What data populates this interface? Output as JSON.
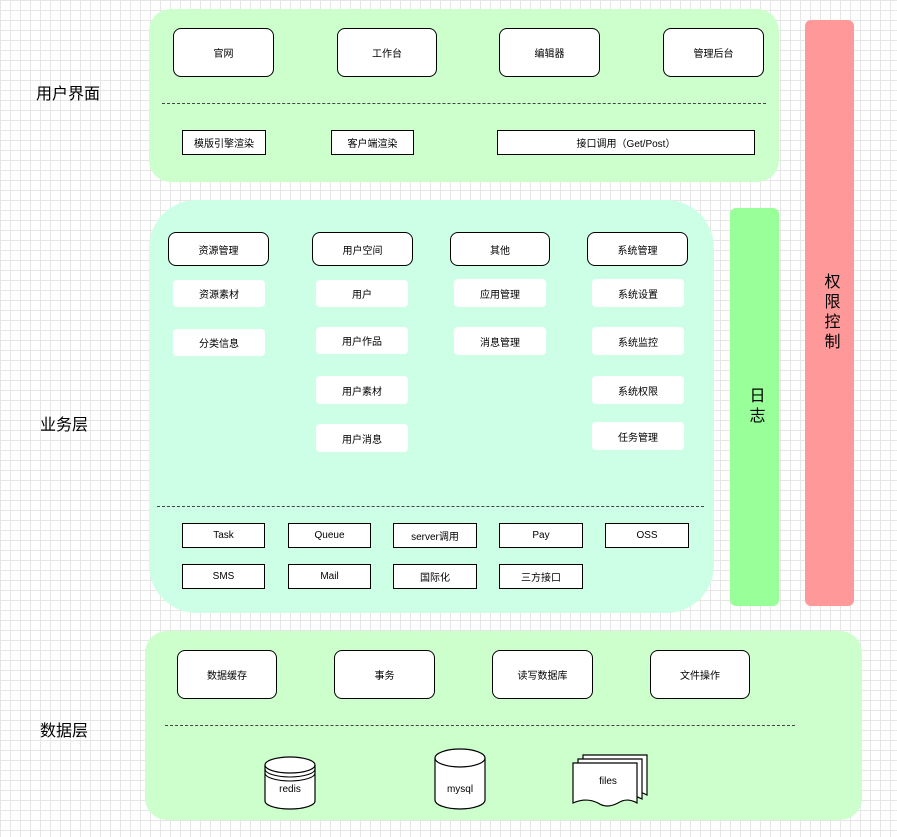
{
  "layers": {
    "ui": "用户界面",
    "business": "业务层",
    "data": "数据层"
  },
  "ui_panel": {
    "top_boxes": [
      "官网",
      "工作台",
      "编辑器",
      "管理后台"
    ],
    "render_boxes": [
      "模版引擎渲染",
      "客户端渲染",
      "接口调用（Get/Post）"
    ]
  },
  "business_panel": {
    "columns": [
      {
        "header": "资源管理",
        "items": [
          "资源素材",
          "分类信息"
        ]
      },
      {
        "header": "用户空间",
        "items": [
          "用户",
          "用户作品",
          "用户素材",
          "用户消息"
        ]
      },
      {
        "header": "其他",
        "items": [
          "应用管理",
          "消息管理"
        ]
      },
      {
        "header": "系统管理",
        "items": [
          "系统设置",
          "系统监控",
          "系统权限",
          "任务管理"
        ]
      }
    ],
    "services_row1": [
      "Task",
      "Queue",
      "server调用",
      "Pay",
      "OSS"
    ],
    "services_row2": [
      "SMS",
      "Mail",
      "国际化",
      "三方接口"
    ]
  },
  "side_bars": {
    "log": "日志",
    "permission": "权限控制"
  },
  "data_panel": {
    "boxes": [
      "数据缓存",
      "事务",
      "读写数据库",
      "文件操作"
    ],
    "stores": [
      "redis",
      "mysql",
      "files"
    ]
  },
  "colors": {
    "ui_panel": "#ccffcc",
    "business_panel": "#ccffe6",
    "data_panel": "#ccffcc",
    "log_bar": "#99ff99",
    "permission_bar": "#ff9999"
  }
}
